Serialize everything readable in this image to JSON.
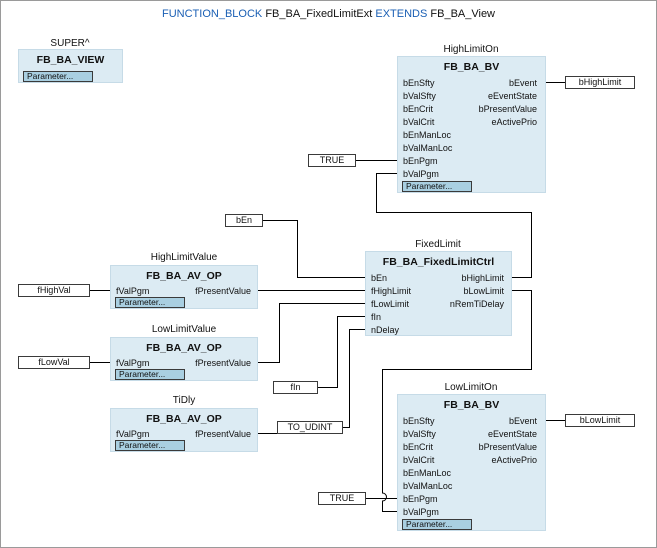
{
  "header": {
    "kw_function_block": "FUNCTION_BLOCK",
    "name": "FB_BA_FixedLimitExt",
    "kw_extends": "EXTENDS",
    "base": "FB_BA_View"
  },
  "colors": {
    "keyword": "#1a5fb4",
    "block_fill": "#dcebf3",
    "parameter_button": "#a9cfe1",
    "wire": "#000000"
  },
  "blocks": {
    "super": {
      "instance": "SUPER^",
      "type": "FB_BA_VIEW",
      "param": "Parameter..."
    },
    "high_limit_on": {
      "instance": "HighLimitOn",
      "type": "FB_BA_BV",
      "param": "Parameter...",
      "inputs": [
        "bEnSfty",
        "bValSfty",
        "bEnCrit",
        "bValCrit",
        "bEnManLoc",
        "bValManLoc",
        "bEnPgm",
        "bValPgm"
      ],
      "outputs": [
        "bEvent",
        "eEventState",
        "bPresentValue",
        "eActivePrio"
      ]
    },
    "fixed_limit": {
      "instance": "FixedLimit",
      "type": "FB_BA_FixedLimitCtrl",
      "inputs": [
        "bEn",
        "fHighLimit",
        "fLowLimit",
        "fIn",
        "nDelay"
      ],
      "outputs": [
        "bHighLimit",
        "bLowLimit",
        "nRemTiDelay"
      ]
    },
    "high_limit_value": {
      "instance": "HighLimitValue",
      "type": "FB_BA_AV_OP",
      "param": "Parameter...",
      "inputs": [
        "fValPgm"
      ],
      "outputs": [
        "fPresentValue"
      ]
    },
    "low_limit_value": {
      "instance": "LowLimitValue",
      "type": "FB_BA_AV_OP",
      "param": "Parameter...",
      "inputs": [
        "fValPgm"
      ],
      "outputs": [
        "fPresentValue"
      ]
    },
    "ti_dly": {
      "instance": "TiDly",
      "type": "FB_BA_AV_OP",
      "param": "Parameter...",
      "inputs": [
        "fValPgm"
      ],
      "outputs": [
        "fPresentValue"
      ]
    },
    "low_limit_on": {
      "instance": "LowLimitOn",
      "type": "FB_BA_BV",
      "param": "Parameter...",
      "inputs": [
        "bEnSfty",
        "bValSfty",
        "bEnCrit",
        "bValCrit",
        "bEnManLoc",
        "bValManLoc",
        "bEnPgm",
        "bValPgm"
      ],
      "outputs": [
        "bEvent",
        "eEventState",
        "bPresentValue",
        "eActivePrio"
      ]
    }
  },
  "variables": {
    "b_high_limit": "bHighLimit",
    "b_low_limit": "bLowLimit",
    "true_high": "TRUE",
    "true_low": "TRUE",
    "b_en": "bEn",
    "f_high_val": "fHighVal",
    "f_low_val": "fLowVal",
    "f_in": "fIn",
    "to_udint": "TO_UDINT"
  }
}
